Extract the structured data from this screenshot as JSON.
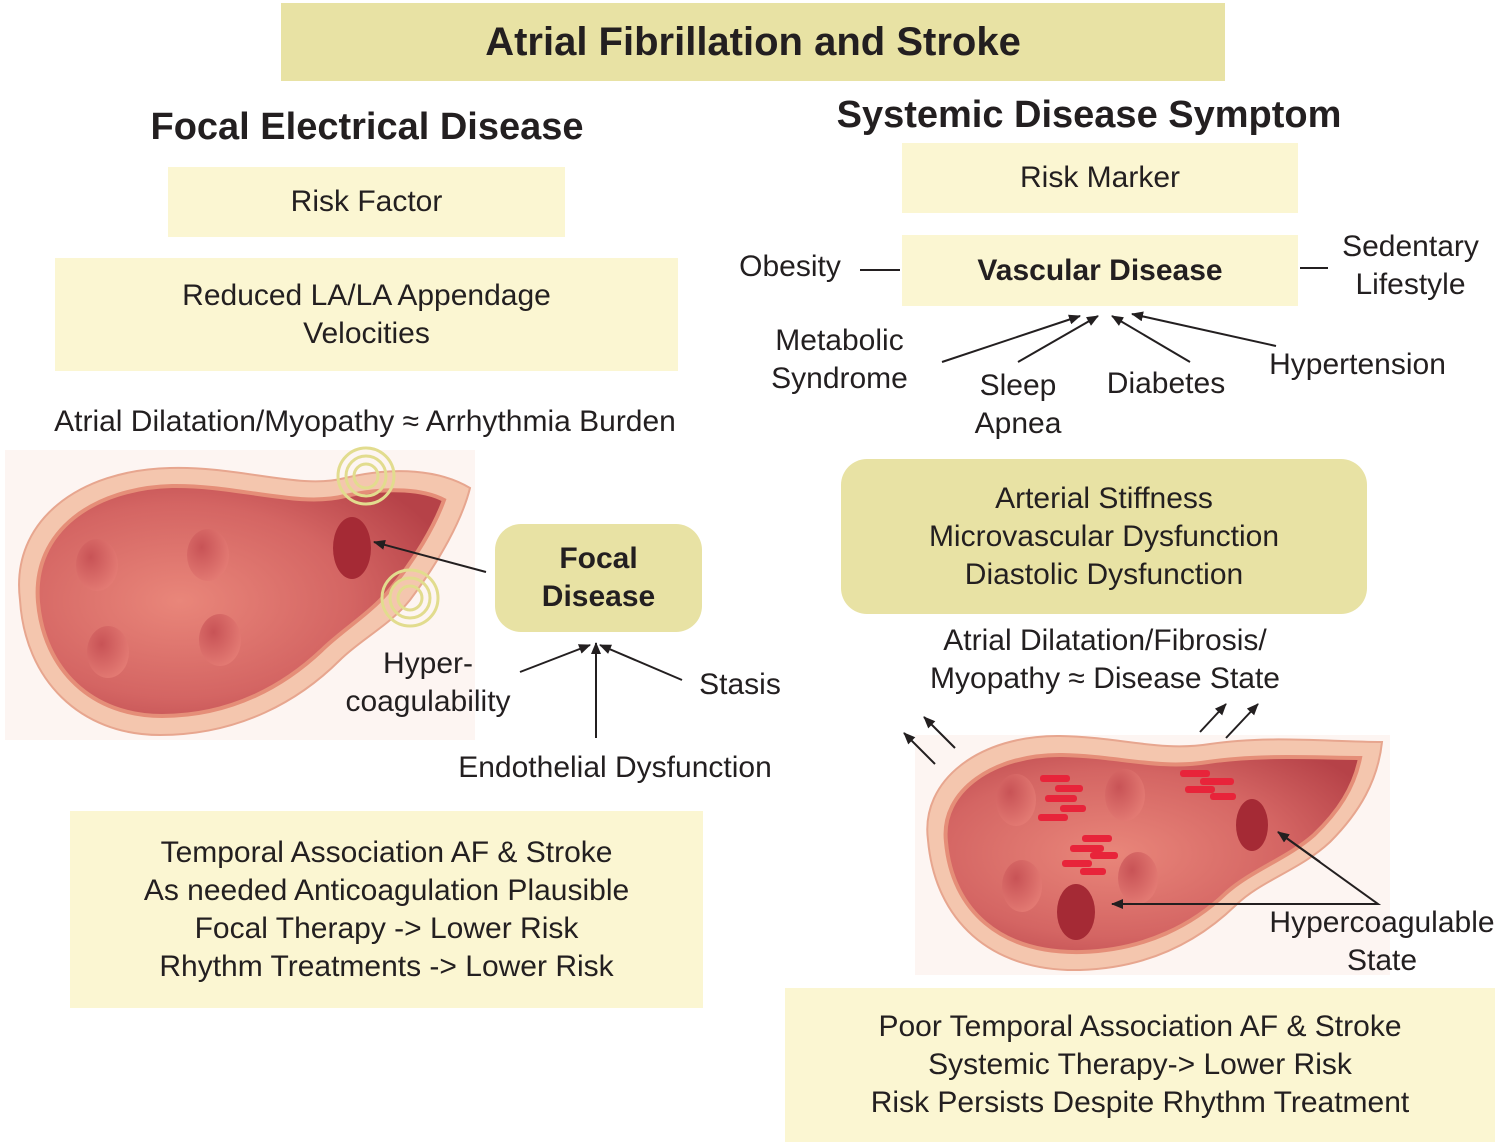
{
  "title": "Atrial Fibrillation and Stroke",
  "left": {
    "heading": "Focal Electrical Disease",
    "risk_factor": "Risk Factor",
    "velocities": [
      "Reduced LA/LA Appendage",
      "Velocities"
    ],
    "burden": "Atrial Dilatation/Myopathy ≈ Arrhythmia Burden",
    "focal_disease": [
      "Focal",
      "Disease"
    ],
    "hypercoag": [
      "Hyper-",
      "coagulability"
    ],
    "stasis": "Stasis",
    "endothelial": "Endothelial Dysfunction",
    "summary": [
      "Temporal Association AF & Stroke",
      "As needed Anticoagulation Plausible",
      "Focal Therapy ->  Lower Risk",
      "Rhythm Treatments -> Lower Risk"
    ]
  },
  "right": {
    "heading": "Systemic Disease Symptom",
    "risk_marker": "Risk Marker",
    "vascular": "Vascular Disease",
    "obesity": "Obesity",
    "sedentary": [
      "Sedentary",
      "Lifestyle"
    ],
    "metabolic": [
      "Metabolic",
      "Syndrome"
    ],
    "sleep": [
      "Sleep",
      "Apnea"
    ],
    "diabetes": "Diabetes",
    "hypertension": "Hypertension",
    "stiffness": [
      "Arterial Stiffness",
      "Microvascular Dysfunction",
      "Diastolic Dysfunction"
    ],
    "disease_state": [
      "Atrial Dilatation/Fibrosis/",
      "Myopathy ≈ Disease State"
    ],
    "hypercoag_state": [
      "Hypercoagulable",
      "State"
    ],
    "summary": [
      "Poor Temporal Association AF & Stroke",
      "Systemic Therapy-> Lower Risk",
      "Risk Persists Despite  Rhythm Treatment"
    ]
  },
  "colors": {
    "title_box": "#e8e2a4",
    "pale_box": "#fbf6d2",
    "atrium_outer": "#f4c6ae",
    "atrium_wall": "#e58e78",
    "atrium_inner": "#c95456",
    "thrombus": "#a52a35",
    "fibrosis": "#e8243a",
    "halo": "#e2dc8e"
  }
}
